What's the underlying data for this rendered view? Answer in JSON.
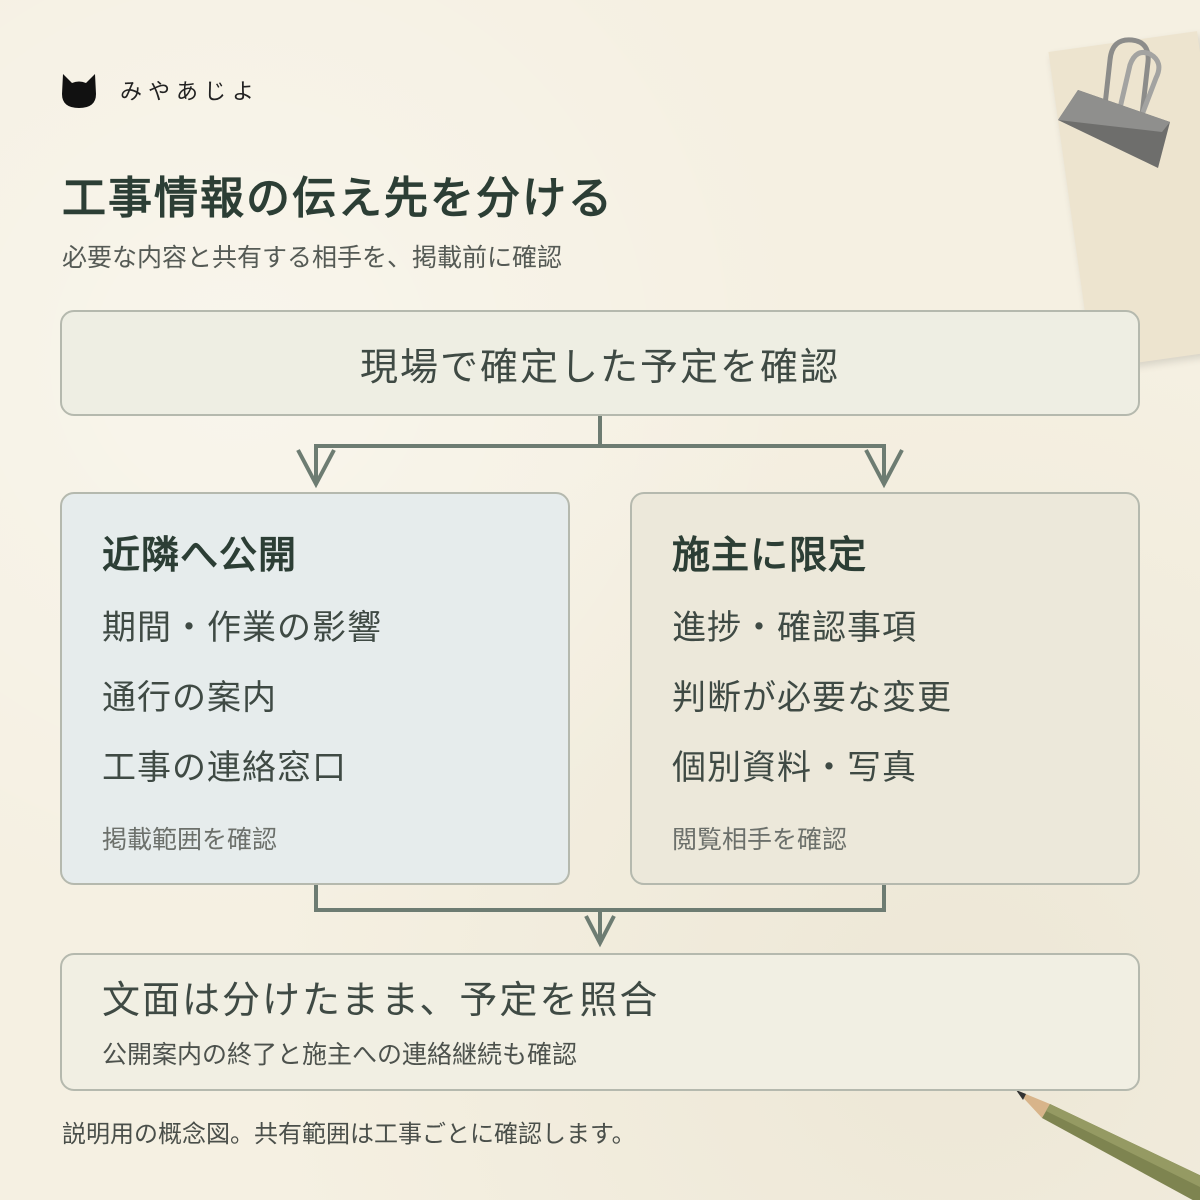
{
  "brand": {
    "name": "みやあじよ",
    "icon": "cat-head-icon"
  },
  "header": {
    "title": "工事情報の伝え先を分ける",
    "subtitle": "必要な内容と共有する相手を、掲載前に確認"
  },
  "flow": {
    "start": "現場で確定した予定を確認",
    "left": {
      "heading": "近隣へ公開",
      "items": [
        "期間・作業の影響",
        "通行の案内",
        "工事の連絡窓口"
      ],
      "note": "掲載範囲を確認"
    },
    "right": {
      "heading": "施主に限定",
      "items": [
        "進捗・確認事項",
        "判断が必要な変更",
        "個別資料・写真"
      ],
      "note": "閲覧相手を確認"
    },
    "merge": {
      "main": "文面は分けたまま、予定を照合",
      "sub": "公開案内の終了と施主への連絡継続も確認"
    }
  },
  "footnote": "説明用の概念図。共有範囲は工事ごとに確認します。",
  "colors": {
    "background": "#f5f0e2",
    "title": "#2c3e35",
    "connector": "#6d7c72",
    "left_card": "#e6ecec",
    "right_card": "#ece8da"
  }
}
